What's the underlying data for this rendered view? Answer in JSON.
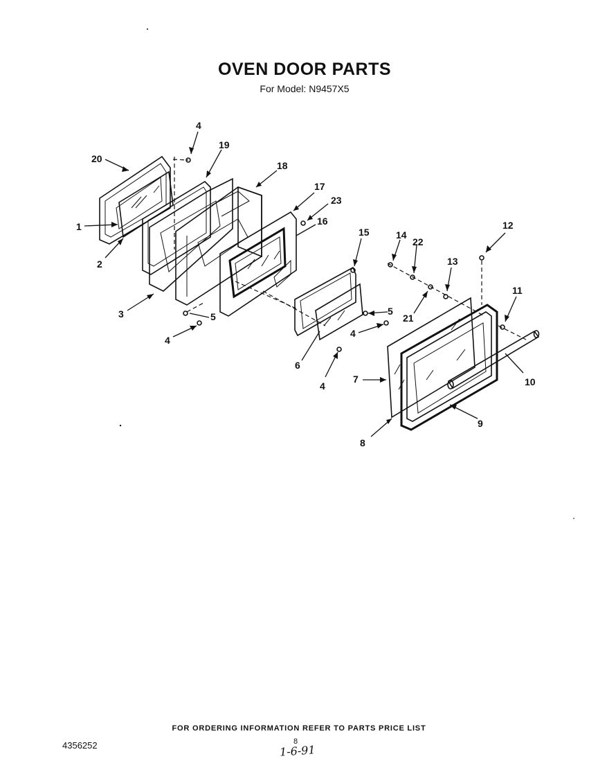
{
  "header": {
    "title": "OVEN DOOR PARTS",
    "subtitle": "For Model: N9457X5"
  },
  "callouts": [
    {
      "id": "c20",
      "label": "20"
    },
    {
      "id": "c4a",
      "label": "4"
    },
    {
      "id": "c19",
      "label": "19"
    },
    {
      "id": "c18",
      "label": "18"
    },
    {
      "id": "c17",
      "label": "17"
    },
    {
      "id": "c23",
      "label": "23"
    },
    {
      "id": "c16",
      "label": "16"
    },
    {
      "id": "c1",
      "label": "1"
    },
    {
      "id": "c2",
      "label": "2"
    },
    {
      "id": "c3",
      "label": "3"
    },
    {
      "id": "c5a",
      "label": "5"
    },
    {
      "id": "c4b",
      "label": "4"
    },
    {
      "id": "c15",
      "label": "15"
    },
    {
      "id": "c14",
      "label": "14"
    },
    {
      "id": "c22",
      "label": "22"
    },
    {
      "id": "c12",
      "label": "12"
    },
    {
      "id": "c13",
      "label": "13"
    },
    {
      "id": "c11",
      "label": "11"
    },
    {
      "id": "c21",
      "label": "21"
    },
    {
      "id": "c5b",
      "label": "5"
    },
    {
      "id": "c4c",
      "label": "4"
    },
    {
      "id": "c6",
      "label": "6"
    },
    {
      "id": "c4d",
      "label": "4"
    },
    {
      "id": "c7",
      "label": "7"
    },
    {
      "id": "c10",
      "label": "10"
    },
    {
      "id": "c9",
      "label": "9"
    },
    {
      "id": "c8",
      "label": "8"
    }
  ],
  "footer": {
    "ordering_note": "FOR ORDERING INFORMATION REFER TO PARTS PRICE LIST",
    "doc_code": "4356252",
    "page_number": "8",
    "handwritten_note": "1-6-91"
  }
}
